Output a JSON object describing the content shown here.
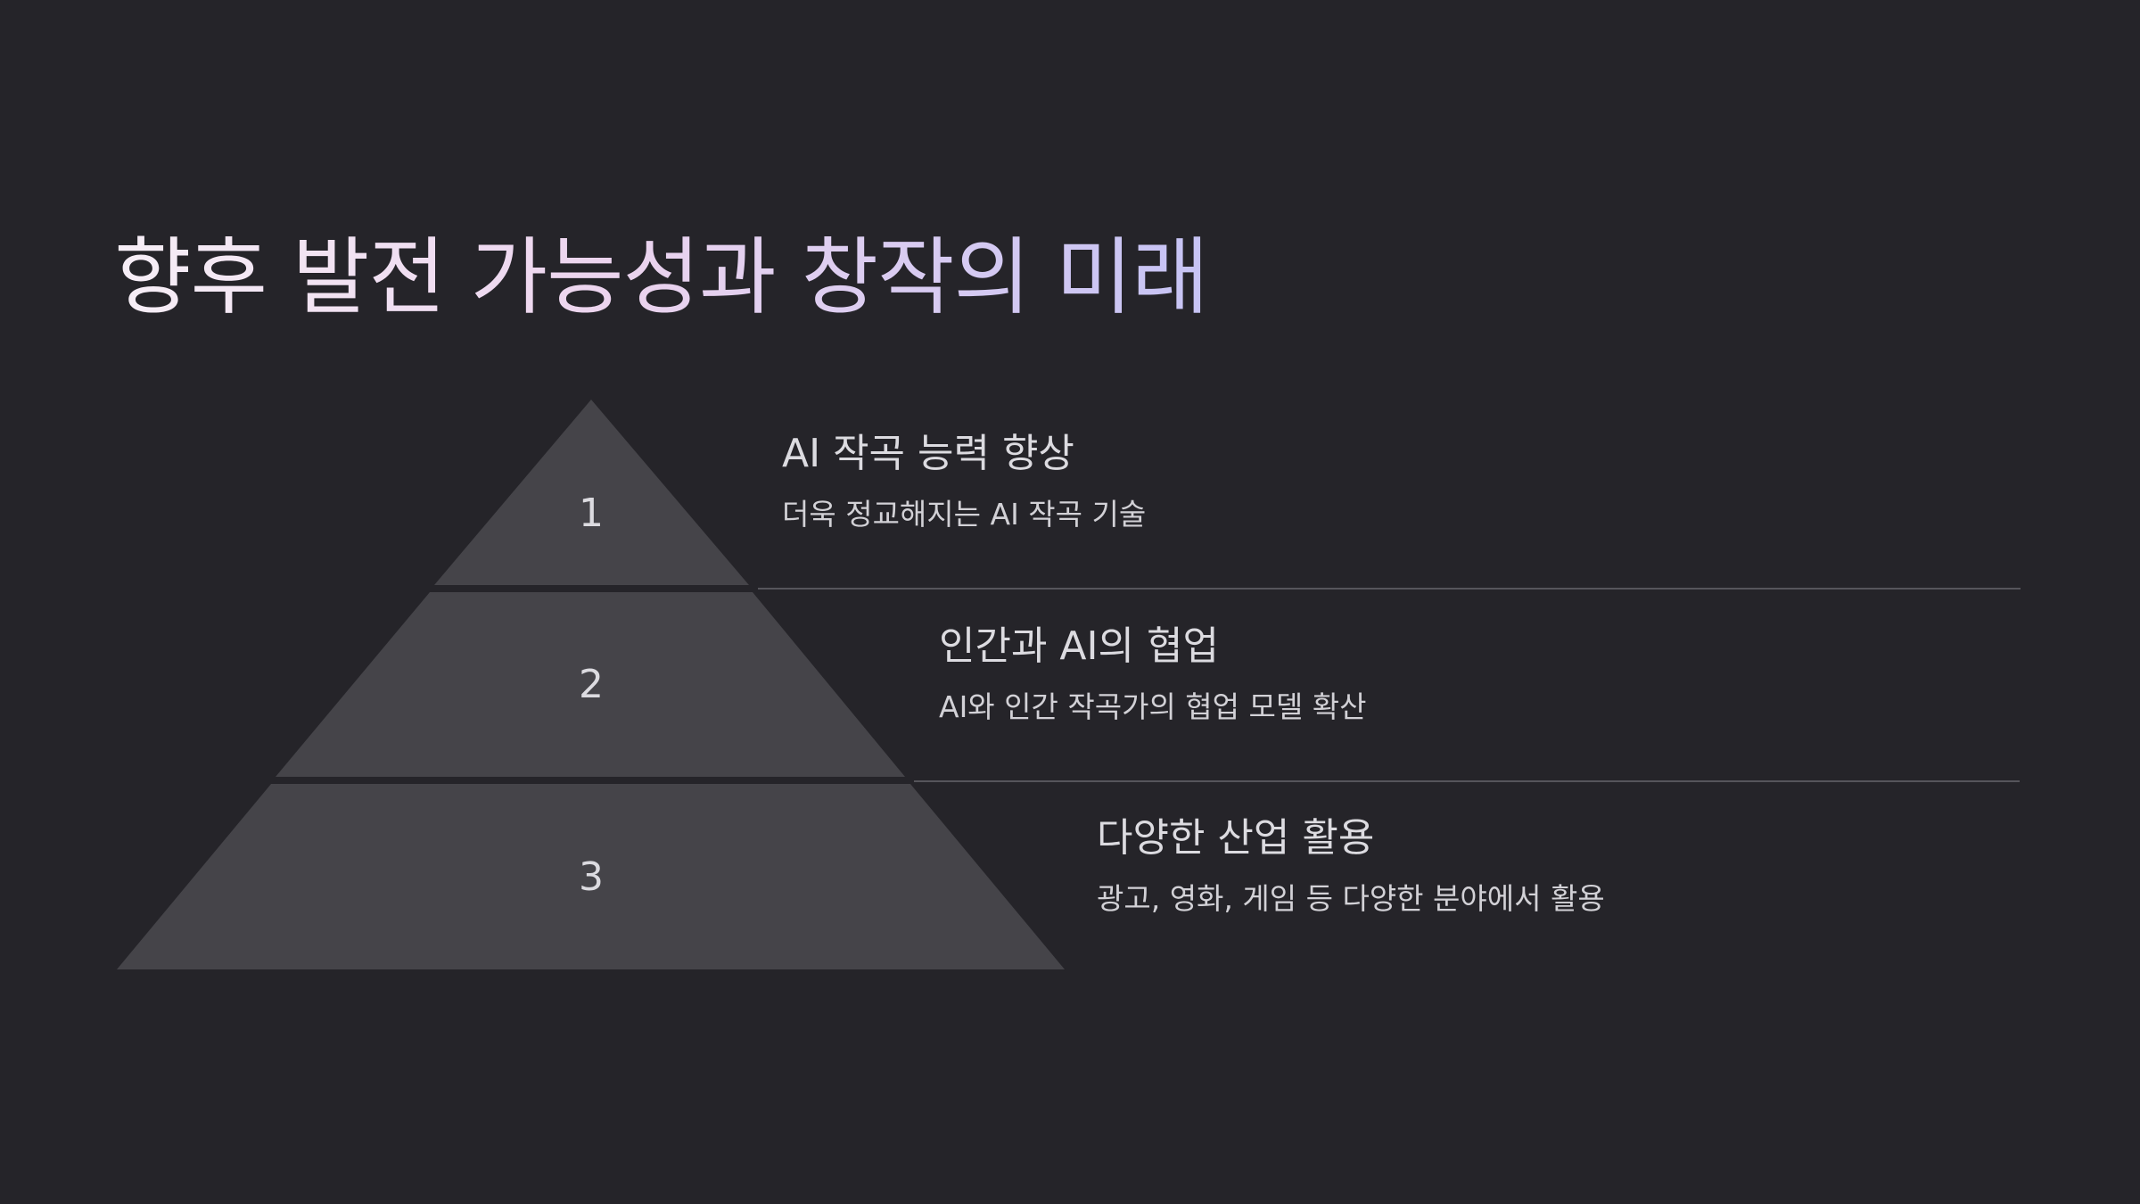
{
  "slide": {
    "title": "향후 발전 가능성과 창작의 미래",
    "title_gradient": [
      "#f6eef6",
      "#ecd4ee",
      "#c6c3f4"
    ],
    "background": "#252429",
    "tier_color": "#454449"
  },
  "tiers": [
    {
      "number": "1",
      "title": "AI 작곡 능력 향상",
      "description": "더욱 정교해지는 AI 작곡 기술"
    },
    {
      "number": "2",
      "title": "인간과 AI의 협업",
      "description": "AI와 인간 작곡가의 협업 모델 확산"
    },
    {
      "number": "3",
      "title": "다양한 산업 활용",
      "description": "광고, 영화, 게임 등 다양한 분야에서 활용"
    }
  ]
}
